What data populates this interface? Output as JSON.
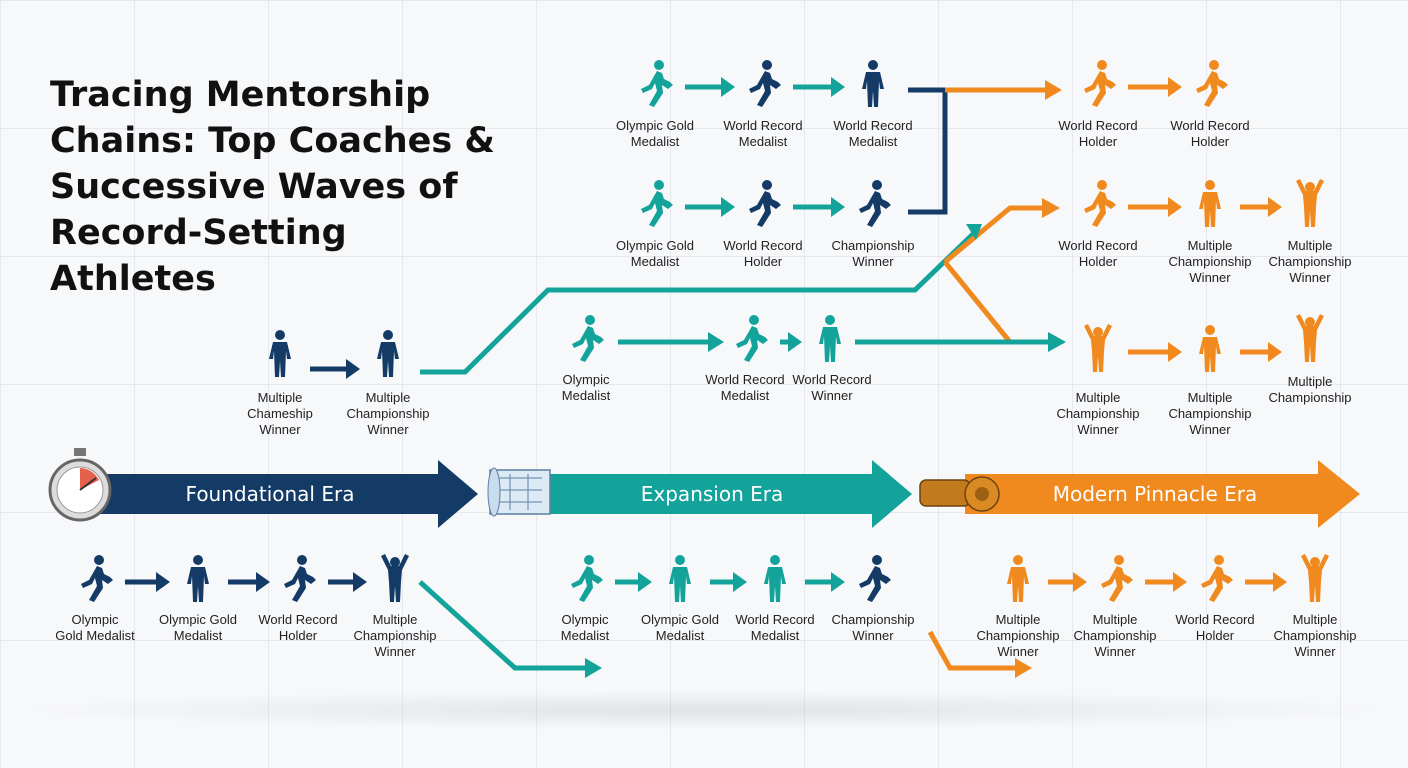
{
  "title": "Tracing Mentorship Chains: Top Coaches & Successive Waves of Record-Setting Athletes",
  "colors": {
    "navy": "#143a66",
    "teal": "#13a39a",
    "orange": "#f08a1e"
  },
  "eras": [
    {
      "id": "foundational",
      "label": "Foundational Era",
      "icon": "stopwatch-icon",
      "color": "#143a66"
    },
    {
      "id": "expansion",
      "label": "Expansion Era",
      "icon": "blueprint-scroll-icon",
      "color": "#13a39a"
    },
    {
      "id": "modern",
      "label": "Modern Pinnacle Era",
      "icon": "whistle-icon",
      "color": "#f08a1e"
    }
  ],
  "athletes": [
    {
      "id": "a1",
      "label": "Olympic Gold\nMedalist",
      "color": "#13a39a"
    },
    {
      "id": "a2",
      "label": "World Record\nMedalist",
      "color": "#143a66"
    },
    {
      "id": "a3",
      "label": "World Record\nMedalist",
      "color": "#143a66"
    },
    {
      "id": "a4",
      "label": "World Record\nHolder",
      "color": "#f08a1e"
    },
    {
      "id": "a5",
      "label": "World Record\nHolder",
      "color": "#f08a1e"
    },
    {
      "id": "a6",
      "label": "Olympic Gold\nMedalist",
      "color": "#13a39a"
    },
    {
      "id": "a7",
      "label": "World Record\nHolder",
      "color": "#143a66"
    },
    {
      "id": "a8",
      "label": "Championship\nWinner",
      "color": "#143a66"
    },
    {
      "id": "a9",
      "label": "World Record\nHolder",
      "color": "#f08a1e"
    },
    {
      "id": "a10",
      "label": "Multiple\nChampionship\nWinner",
      "color": "#f08a1e"
    },
    {
      "id": "a11",
      "label": "Multiple\nChampionship\nWinner",
      "color": "#f08a1e"
    },
    {
      "id": "a12",
      "label": "Multiple\nChameship\nWinner",
      "color": "#143a66"
    },
    {
      "id": "a13",
      "label": "Multiple\nChampionship\nWinner",
      "color": "#143a66"
    },
    {
      "id": "a14",
      "label": "Olympic\nMedalist",
      "color": "#13a39a"
    },
    {
      "id": "a15",
      "label": "World Record\nMedalist",
      "color": "#13a39a"
    },
    {
      "id": "a16",
      "label": "World Record\nWinner",
      "color": "#13a39a"
    },
    {
      "id": "a17",
      "label": "Multiple\nChampionship\nWinner",
      "color": "#f08a1e"
    },
    {
      "id": "a18",
      "label": "Multiple\nChampionship\nWinner",
      "color": "#f08a1e"
    },
    {
      "id": "a19",
      "label": "Multiple\nChampionship",
      "color": "#f08a1e"
    },
    {
      "id": "a20",
      "label": "Olympic\nGold Medalist",
      "color": "#143a66"
    },
    {
      "id": "a21",
      "label": "Olympic Gold\nMedalist",
      "color": "#143a66"
    },
    {
      "id": "a22",
      "label": "World Record\nHolder",
      "color": "#143a66"
    },
    {
      "id": "a23",
      "label": "Multiple\nChampionship\nWinner",
      "color": "#143a66"
    },
    {
      "id": "a24",
      "label": "Olympic\nMedalist",
      "color": "#13a39a"
    },
    {
      "id": "a25",
      "label": "Olympic Gold\nMedalist",
      "color": "#13a39a"
    },
    {
      "id": "a26",
      "label": "World Record\nMedalist",
      "color": "#13a39a"
    },
    {
      "id": "a27",
      "label": "Championship\nWinner",
      "color": "#143a66"
    },
    {
      "id": "a28",
      "label": "Multiple\nChampionship\nWinner",
      "color": "#f08a1e"
    },
    {
      "id": "a29",
      "label": "Multiple\nChampionship\nWinner",
      "color": "#f08a1e"
    },
    {
      "id": "a30",
      "label": "World Record\nHolder",
      "color": "#f08a1e"
    },
    {
      "id": "a31",
      "label": "Multiple\nChampionship\nWinner",
      "color": "#f08a1e"
    }
  ]
}
